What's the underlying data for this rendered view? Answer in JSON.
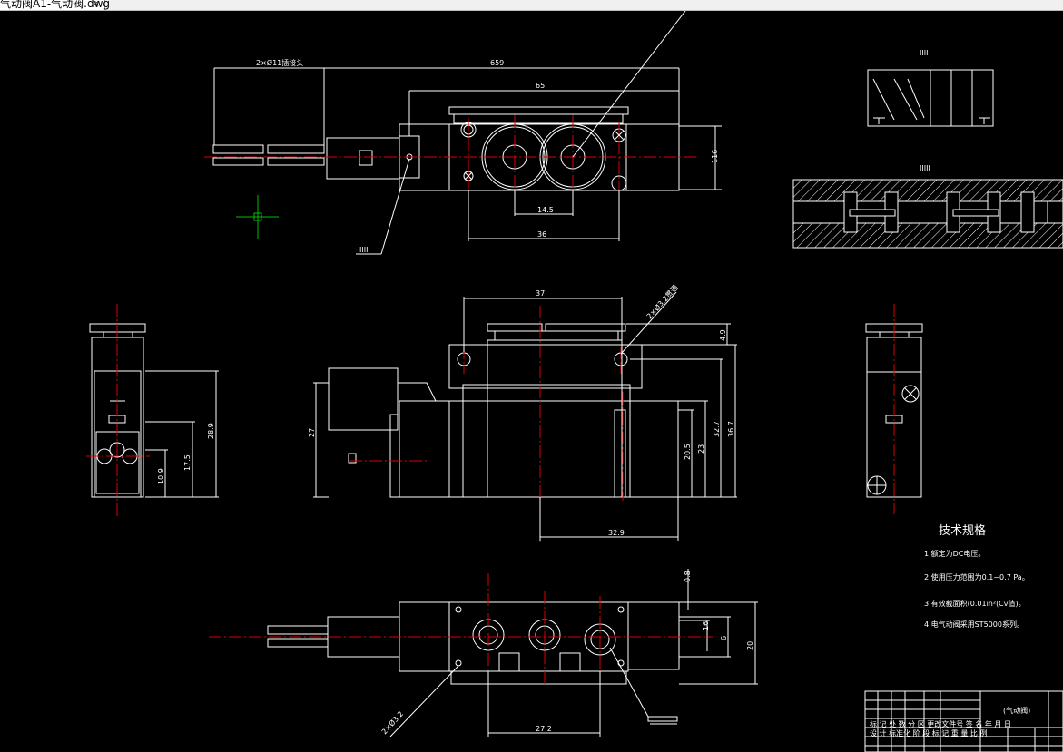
{
  "window": {
    "tab_title": "气动阀A1-气动阀.dwg",
    "close_glyph": "×"
  },
  "colors": {
    "background": "#000000",
    "lines": "#ffffff",
    "centerlines": "#e00000",
    "cursor": "#00c000"
  },
  "dimensions": {
    "top_left": "2×Ø11插接头",
    "top_total": "659",
    "top_body": "65",
    "top_height": "116",
    "top_inner": "14.5",
    "top_ports": "36",
    "front_width": "37",
    "front_hole": "2×Ø3.2贯通",
    "front_top": "4.9",
    "front_h1": "20.5",
    "front_h2": "23",
    "front_h3": "32.7",
    "front_h4": "36.7",
    "front_left": "27",
    "front_bottom": "32.9",
    "side_h1": "10.9",
    "side_h2": "17.5",
    "side_h3": "28.9",
    "bottom_a": "0.8",
    "bottom_b": "16",
    "bottom_c": "6",
    "bottom_d": "20",
    "bottom_pitch": "27.2",
    "bottom_hole": "2×Ø3.2",
    "leader_top": "IIII",
    "symbol_label": "IIII",
    "section_label": "IIIII"
  },
  "notes": {
    "title": "技术规格",
    "items": [
      "1.额定为DC电压。",
      "2.使用压力范围为0.1~0.7 Pa。",
      "3.有效截面积(0.01in²(Cv值)。",
      "4.电气动阀采用ST5000系列。"
    ]
  },
  "title_block": {
    "name": "(气动阀)",
    "row1": "标 记 处 数 分 区 更改文件号 签 名 年 月 日",
    "row2": "设 计 标准化 阶 段 标 记 重 量 比 例"
  }
}
